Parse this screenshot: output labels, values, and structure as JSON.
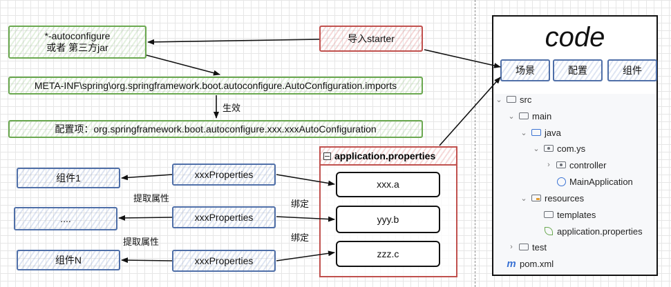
{
  "autoconfigure_box": {
    "line1": "*-autoconfigure",
    "line2": "或者 第三方jar"
  },
  "import_starter_box": "导入starter",
  "imports_file_box": "META-INF\\spring\\org.springframework.boot.autoconfigure.AutoConfiguration.imports",
  "effect_label": "生效",
  "config_class_box": "配置项：org.springframework.boot.autoconfigure.xxx.xxxAutoConfiguration",
  "components": [
    "组件1",
    "....",
    "组件N"
  ],
  "properties_classes": [
    "xxxProperties",
    "xxxProperties",
    "xxxProperties"
  ],
  "extract_labels": [
    "提取属性",
    "提取属性"
  ],
  "bind_labels": [
    "绑定",
    "绑定"
  ],
  "app_properties": {
    "title": "application.properties",
    "keys": [
      "xxx.a",
      "yyy.b",
      "zzz.c"
    ]
  },
  "code_panel": {
    "title": "code",
    "tabs": [
      "场景",
      "配置",
      "组件"
    ],
    "tree": [
      {
        "label": "src",
        "chevron": "v",
        "icon": "folder"
      },
      {
        "label": "main",
        "chevron": "v",
        "icon": "folder"
      },
      {
        "label": "java",
        "chevron": "v",
        "icon": "folder-blue"
      },
      {
        "label": "com.ys",
        "chevron": "v",
        "icon": "package"
      },
      {
        "label": "controller",
        "chevron": ">",
        "icon": "package"
      },
      {
        "label": "MainApplication",
        "chevron": "",
        "icon": "spring-app"
      },
      {
        "label": "resources",
        "chevron": "v",
        "icon": "resources-folder"
      },
      {
        "label": "templates",
        "chevron": "",
        "icon": "folder"
      },
      {
        "label": "application.properties",
        "chevron": "",
        "icon": "spring-leaf"
      },
      {
        "label": "test",
        "chevron": ">",
        "icon": "folder"
      },
      {
        "label": "pom.xml",
        "chevron": "",
        "icon": "maven"
      }
    ]
  },
  "colors": {
    "green": "#6aa84f",
    "blue": "#4f6fa8",
    "red": "#c0504d",
    "ide_blue": "#3b73d4"
  }
}
